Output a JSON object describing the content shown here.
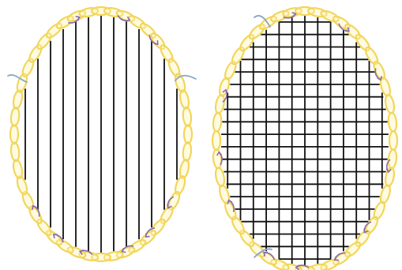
{
  "diagram": {
    "background_color": "#ffffff",
    "panels": [
      {
        "id": "left",
        "pattern": "vertical-warp-threads",
        "thread_color": "#111111",
        "border_color": "#f2d65c",
        "border_fill": "#fff4a8",
        "border_stitch_icon": "oval-chain-stitch-icon",
        "arrow_color": "#8a6ab0",
        "arrow_icon": "curved-arrow-icon",
        "tail_color": "#8aa6c7",
        "tail_icon": "thread-tail-icon",
        "vertical_threads": 13,
        "horizontal_threads": 0
      },
      {
        "id": "right",
        "pattern": "woven-grid-threads",
        "thread_color": "#111111",
        "border_color": "#f2d65c",
        "border_fill": "#fff4a8",
        "border_stitch_icon": "oval-chain-stitch-icon",
        "arrow_color": "#8a6ab0",
        "arrow_icon": "curved-arrow-icon",
        "tail_color": "#8aa6c7",
        "tail_icon": "thread-tail-icon",
        "vertical_threads": 13,
        "horizontal_threads": 20
      }
    ]
  }
}
